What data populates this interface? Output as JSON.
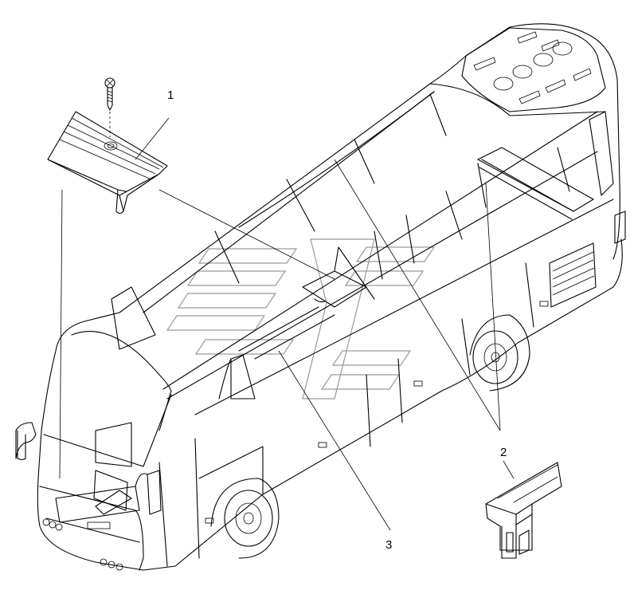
{
  "callouts": {
    "c1": "1",
    "c2": "2",
    "c3": "3"
  },
  "colors": {
    "line": "#000000",
    "watermark": "#9a9a9a",
    "background": "#ffffff"
  }
}
